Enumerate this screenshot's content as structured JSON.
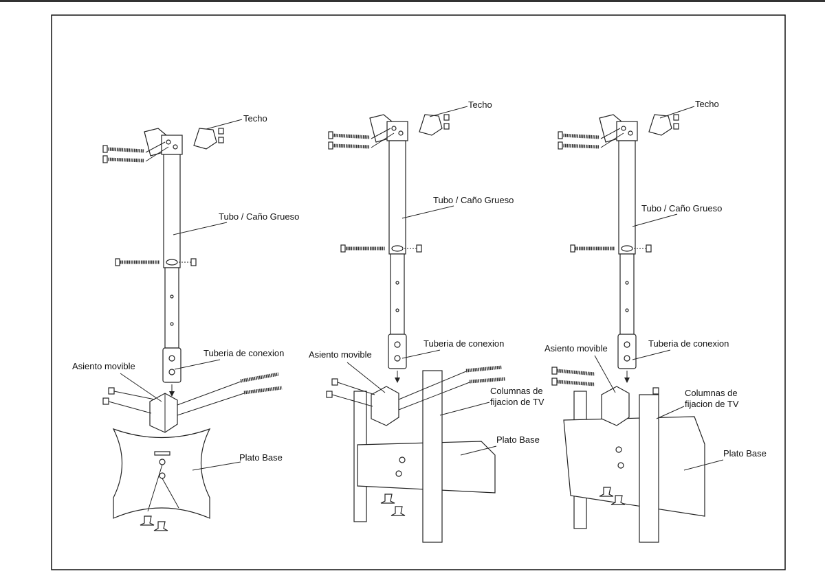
{
  "title": "Ceiling TV mount assembly diagram",
  "panels": [
    {
      "techo": "Techo",
      "tubo": "Tubo / Caño Grueso",
      "tuberia": "Tuberia de conexion",
      "asiento": "Asiento movible",
      "plato": "Plato Base"
    },
    {
      "techo": "Techo",
      "tubo": "Tubo / Caño Grueso",
      "tuberia": "Tuberia de conexion",
      "asiento": "Asiento movible",
      "columnas_1": "Columnas de",
      "columnas_2": "fijacion de TV",
      "plato": "Plato Base"
    },
    {
      "techo": "Techo",
      "tubo": "Tubo / Caño Grueso",
      "tuberia": "Tuberia de conexion",
      "asiento": "Asiento movible",
      "columnas_1": "Columnas de",
      "columnas_2": "fijacion de TV",
      "plato": "Plato Base"
    }
  ]
}
